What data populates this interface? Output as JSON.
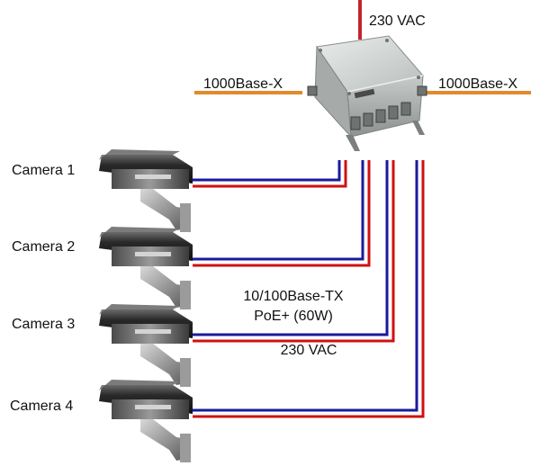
{
  "power_top_label": "230 VAC",
  "uplink_left_label": "1000Base-X",
  "uplink_right_label": "1000Base-X",
  "link_label_line1": "10/100Base-TX",
  "link_label_line2": "PoE+ (60W)",
  "power_bottom_label": "230 VAC",
  "cameras": [
    {
      "label": "Camera 1"
    },
    {
      "label": "Camera 2"
    },
    {
      "label": "Camera 3"
    },
    {
      "label": "Camera 4"
    }
  ],
  "colors": {
    "data_cable": "#1a1a9c",
    "power_cable": "#d01010",
    "uplink_cable": "#e08a2c",
    "power_feed": "#c0282c",
    "enclosure": "#c9cdcc"
  }
}
